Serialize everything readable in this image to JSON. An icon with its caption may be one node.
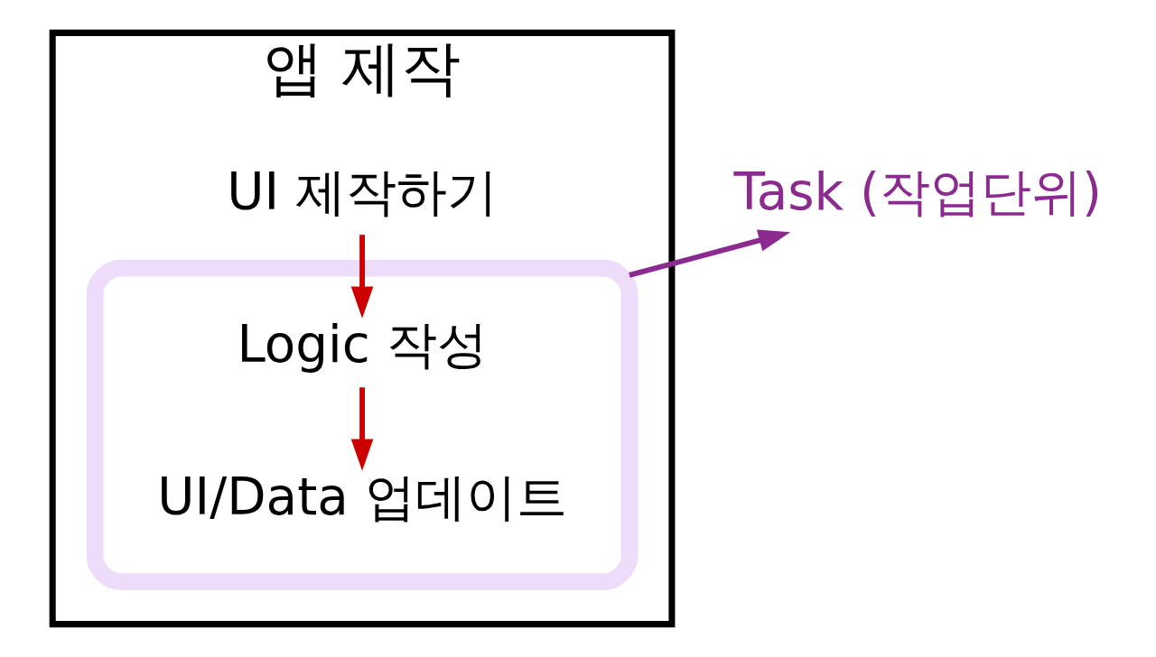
{
  "diagram": {
    "nodes": [
      {
        "text": [
          "앱 제작"
        ]
      },
      {
        "text": [
          "UI 제작하기"
        ],
        "in": 0
      },
      {
        "text": [],
        "shape": "box",
        "in": 0
      },
      {
        "text": [
          "Logic 작성"
        ],
        "in": 2
      },
      {
        "text": [
          "UI/Data 업데이트"
        ],
        "in": 2
      },
      {
        "text": [
          "Task (작업단위)"
        ]
      }
    ],
    "edges": [
      {
        "from": 1,
        "to": 3,
        "arrow": "to",
        "color": "#cc0000"
      },
      {
        "from": 3,
        "to": 4,
        "arrow": "to",
        "color": "#cc0000"
      },
      {
        "from": 2,
        "to": 5,
        "arrow": "to",
        "color": "#8b2a8f"
      }
    ]
  }
}
